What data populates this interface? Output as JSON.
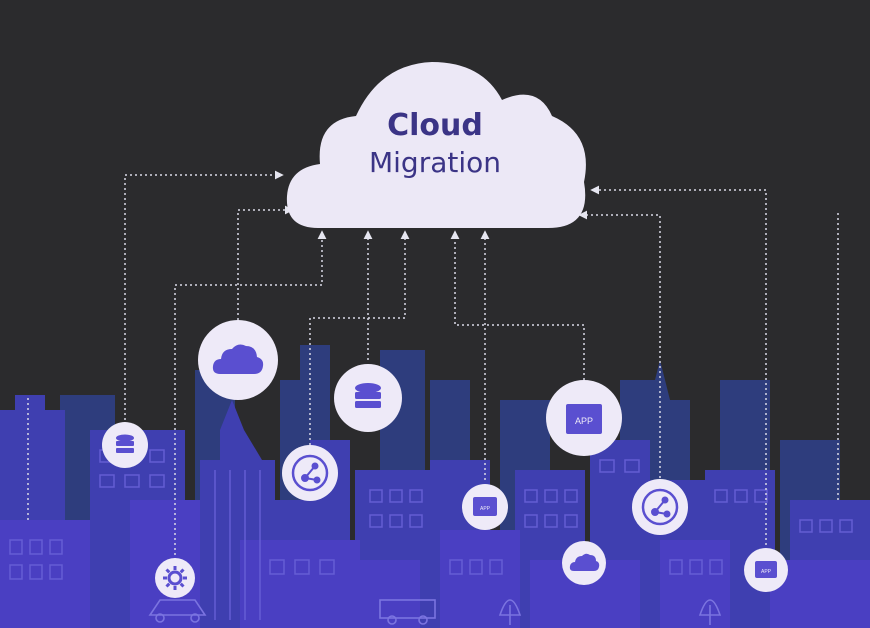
{
  "hub": {
    "title": "Cloud",
    "subtitle": "Migration"
  },
  "app_badge_label": "APP",
  "colors": {
    "background": "#2b2b2d",
    "cloud": "#ece8f6",
    "hub_text": "#3b3486",
    "skyline_back": "#2f3f86",
    "skyline_mid": "#3f3fb0",
    "skyline_front": "#4a3fc2",
    "icon_circle": "#eeeaf8",
    "icon_fill": "#5a4fd0",
    "connector": "#d9d9e6"
  },
  "nodes": [
    {
      "icon": "database-icon"
    },
    {
      "icon": "gear-icon"
    },
    {
      "icon": "cloud-icon"
    },
    {
      "icon": "hub-icon"
    },
    {
      "icon": "database-icon"
    },
    {
      "icon": "app-icon"
    },
    {
      "icon": "app-icon"
    },
    {
      "icon": "cloud-icon"
    },
    {
      "icon": "hub-icon"
    },
    {
      "icon": "app-icon"
    }
  ]
}
